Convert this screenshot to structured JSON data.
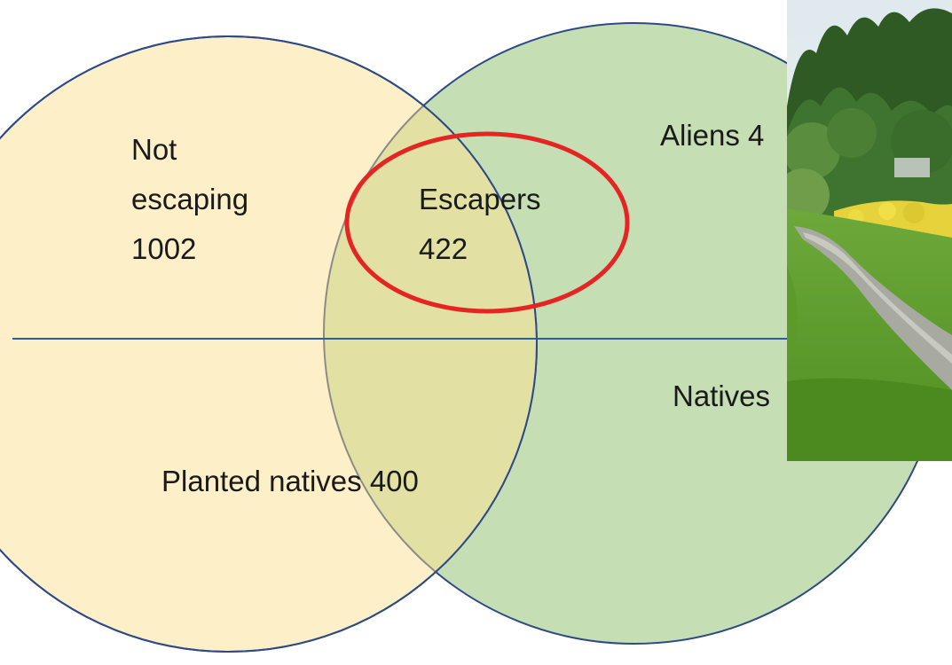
{
  "colors": {
    "cultivated_fill": "#fdefc8",
    "wild_fill": "#c5deb3",
    "overlap_fill": "#e2e1a3",
    "outline": "#2e4a86",
    "highlight": "#e52424"
  },
  "labels": {
    "not_escaping_line1": "Not",
    "not_escaping_line2": "escaping",
    "not_escaping_count": "1002",
    "escapers_line1": "Escapers",
    "escapers_count": "422",
    "planted_natives": "Planted natives 400",
    "aliens": "Aliens 4",
    "natives": "Natives"
  },
  "photo": {
    "subject": "green meadow with gravel road, forest and yellow goldenrod"
  }
}
